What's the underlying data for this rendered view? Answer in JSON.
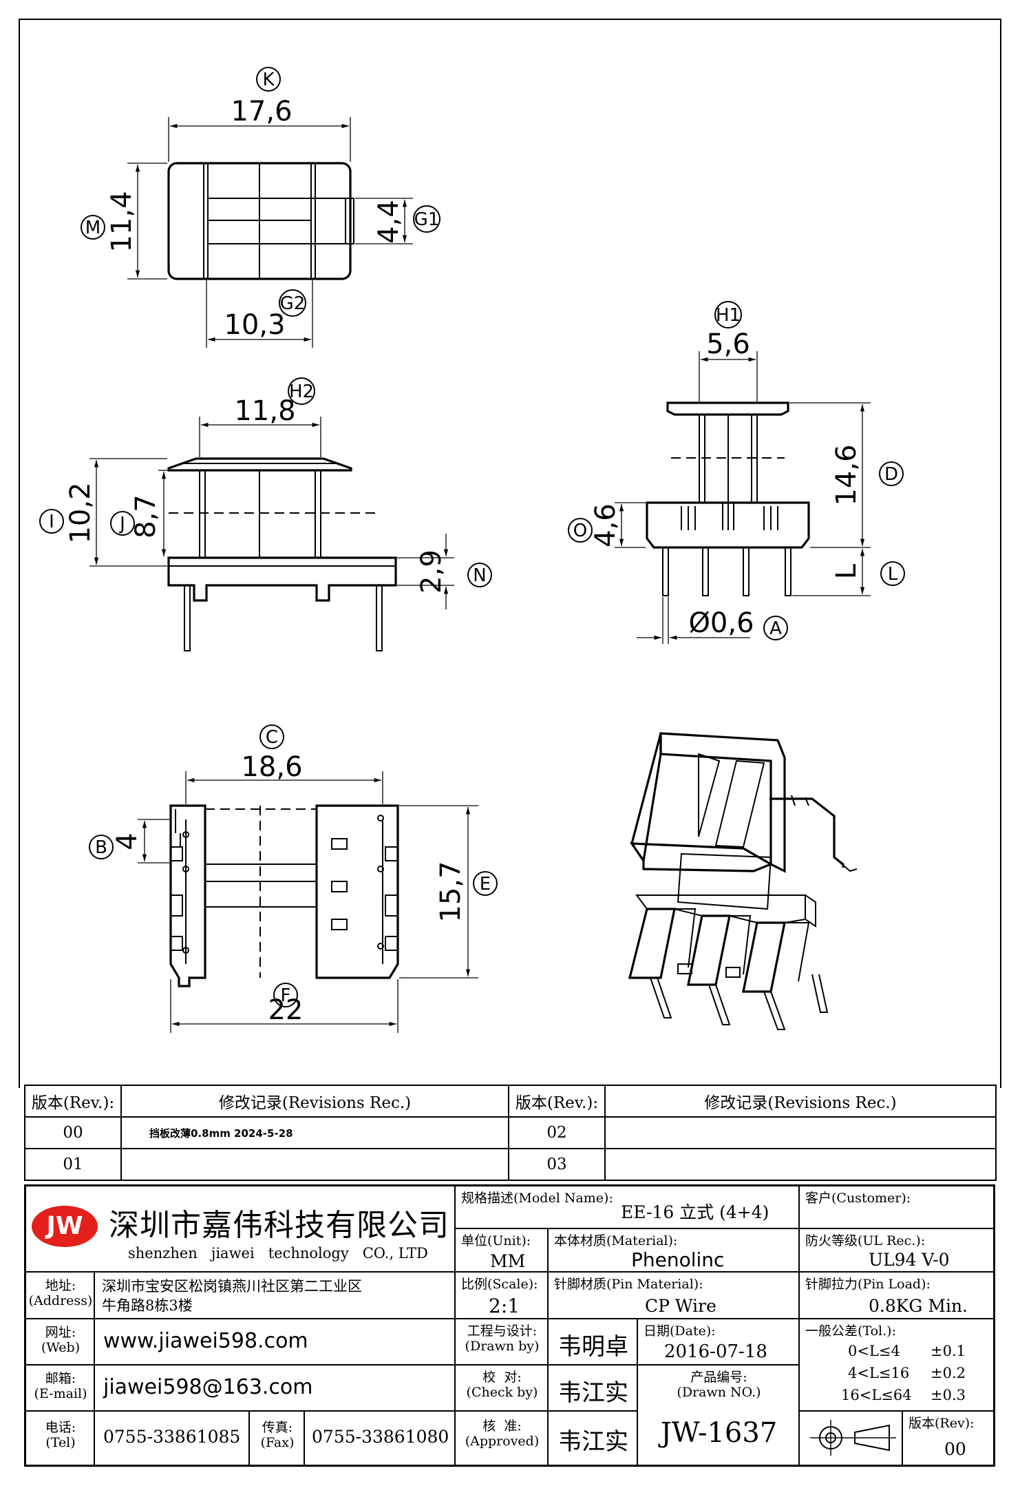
{
  "dimensions": {
    "k": {
      "tag": "K",
      "value": "17,6"
    },
    "m": {
      "tag": "M",
      "value": "11,4"
    },
    "g1": {
      "tag": "G1",
      "value": "4,4"
    },
    "g2": {
      "tag": "G2",
      "value": "10,3"
    },
    "h1": {
      "tag": "H1",
      "value": "5,6"
    },
    "h2": {
      "tag": "H2",
      "value": "11,8"
    },
    "i": {
      "tag": "I",
      "value": "10,2"
    },
    "j": {
      "tag": "J",
      "value": "8,7"
    },
    "n": {
      "tag": "N",
      "value": "2,9"
    },
    "d": {
      "tag": "D",
      "value": "14,6"
    },
    "o": {
      "tag": "O",
      "value": "4,6"
    },
    "l": {
      "tag": "L",
      "value": "L"
    },
    "a": {
      "tag": "A",
      "value": "Ø0,6"
    },
    "c": {
      "tag": "C",
      "value": "18,6"
    },
    "b": {
      "tag": "B",
      "value": "4"
    },
    "e": {
      "tag": "E",
      "value": "15,7"
    },
    "f": {
      "tag": "F",
      "value": "22"
    }
  },
  "revisions": {
    "header_rev": "版本(Rev.):",
    "header_rec": "修改记录(Revisions Rec.)",
    "rows": [
      {
        "rev": "00",
        "rec": "挡板改薄0.8mm   2024-5-28",
        "rev2": "02",
        "rec2": ""
      },
      {
        "rev": "01",
        "rec": "",
        "rev2": "03",
        "rec2": ""
      }
    ]
  },
  "company": {
    "logo": "JW",
    "name_cn": "深圳市嘉伟科技有限公司",
    "name_en": "shenzhen   jiawei   technology   CO., LTD"
  },
  "title_block": {
    "model_label": "规格描述(Model Name):",
    "model_value": "EE-16 立式 (4+4)",
    "customer_label": "客户(Customer):",
    "customer_value": "",
    "unit_label": "单位(Unit):",
    "unit_value": "MM",
    "material_label": "本体材质(Material):",
    "material_value": "Phenolinc",
    "ul_label": "防火等级(UL Rec.):",
    "ul_value": "UL94 V-0",
    "address_label": "地址:\n(Address)",
    "address_value": "深圳市宝安区松岗镇燕川社区第二工业区\n牛角路8栋3楼",
    "scale_label": "比例(Scale):",
    "scale_value": "2:1",
    "pin_material_label": "针脚材质(Pin Material):",
    "pin_material_value": "CP Wire",
    "pin_load_label": "针脚拉力(Pin Load):",
    "pin_load_value": "0.8KG Min.",
    "web_label": "网址:\n(Web)",
    "web_value": "www.jiawei598.com",
    "drawn_label": "工程与设计:\n(Drawn by)",
    "drawn_value": "韦明卓",
    "date_label": "日期(Date):",
    "date_value": "2016-07-18",
    "tol_label": "一般公差(Tol.):",
    "tol_rows": [
      {
        "range": "0<L≤4",
        "tol": "±0.1"
      },
      {
        "range": "4<L≤16",
        "tol": "±0.2"
      },
      {
        "range": "16<L≤64",
        "tol": "±0.3"
      }
    ],
    "email_label": "邮箱:\n(E-mail)",
    "email_value": "jiawei598@163.com",
    "check_label": "校  对:\n(Check by)",
    "check_value": "韦江实",
    "drawing_no_label": "产品编号:\n(Drawn NO.)",
    "drawing_no_value": "JW-1637",
    "tel_label": "电话:\n(Tel)",
    "tel_value": "0755-33861085",
    "fax_label": "传真:\n(Fax)",
    "fax_value": "0755-33861080",
    "approve_label": "核  准:\n(Approved)",
    "approve_value": "韦江实",
    "rev_label": "版本(Rev):",
    "rev_value": "00"
  }
}
